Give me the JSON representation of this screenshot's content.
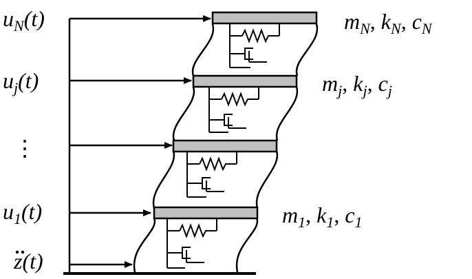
{
  "diagram": {
    "left_labels": {
      "top": {
        "var": "u",
        "sub": "N",
        "arg": "(t)"
      },
      "mid": {
        "var": "u",
        "sub": "j",
        "arg": "(t)"
      },
      "ellipsis": "⋮",
      "bottom": {
        "var": "u",
        "sub": "1",
        "arg": "(t)"
      },
      "ground": {
        "var": "z",
        "arg": "(t)"
      }
    },
    "right_labels": {
      "top": {
        "m": "m",
        "m_sub": "N",
        "k": "k",
        "k_sub": "N",
        "c": "c",
        "c_sub": "N"
      },
      "mid": {
        "m": "m",
        "m_sub": "j",
        "k": "k",
        "k_sub": "j",
        "c": "c",
        "c_sub": "j"
      },
      "bottom": {
        "m": "m",
        "m_sub": "1",
        "k": "k",
        "k_sub": "1",
        "c": "c",
        "c_sub": "1"
      }
    },
    "colors": {
      "slab_fill": "#c0c0c0",
      "line": "#000000"
    }
  }
}
